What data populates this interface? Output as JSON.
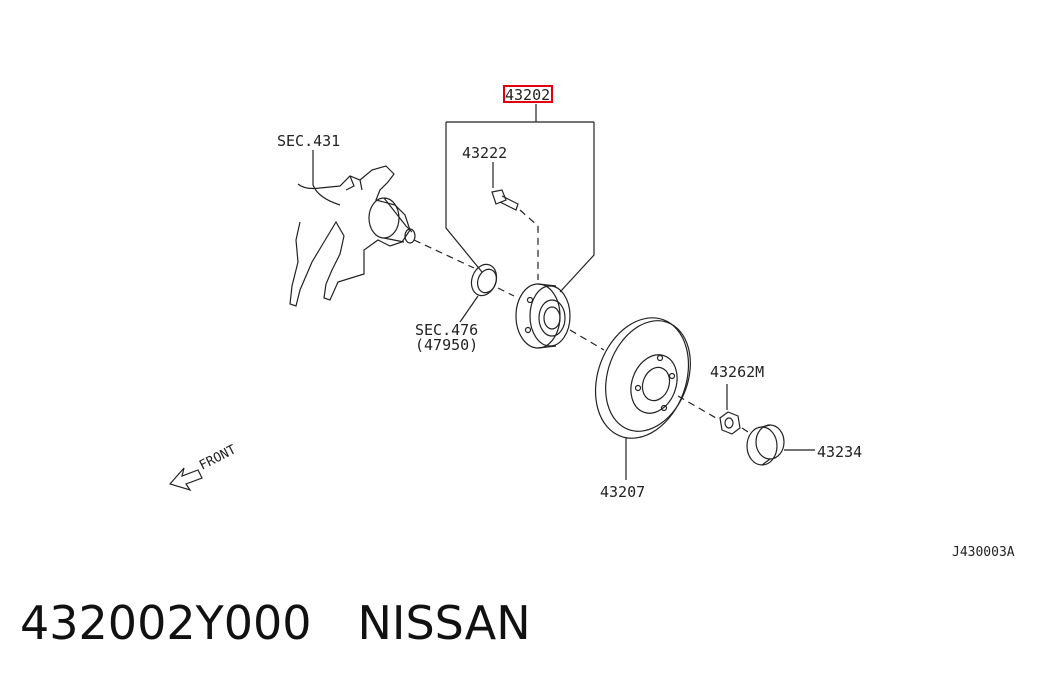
{
  "labels": {
    "assembly": "43202",
    "bolt": "43222",
    "knuckle": "SEC.431",
    "sensor_ring": "SEC.476",
    "sensor_ring_sub": "(47950)",
    "nut": "43262M",
    "cap": "43234",
    "rotor": "43207",
    "front": "FRONT",
    "drawing_code": "J430003A"
  },
  "footer": {
    "part_number": "432002Y000",
    "brand": "NISSAN"
  },
  "colors": {
    "highlight": "#e0000f",
    "line": "#222222"
  }
}
